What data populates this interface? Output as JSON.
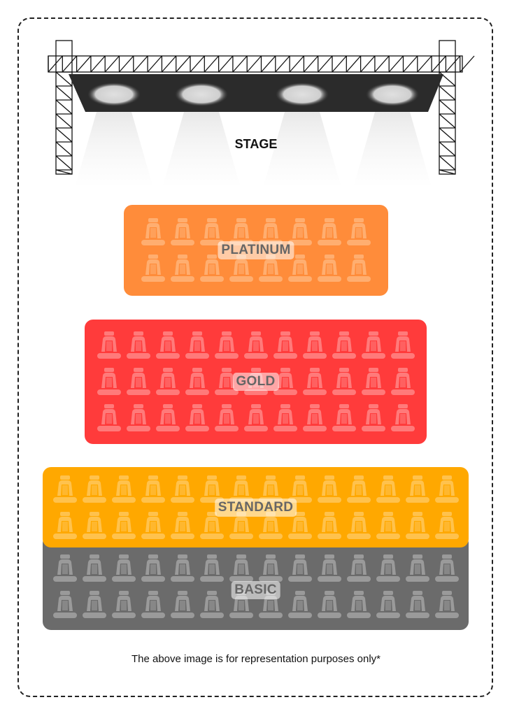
{
  "stage": {
    "label": "STAGE",
    "spotlights": 4
  },
  "zones": [
    {
      "id": "platinum",
      "label": "PLATINUM",
      "rows": 2,
      "seats_per_row": 8,
      "color": "#FF8C3A",
      "seat_color": "#FFAE70"
    },
    {
      "id": "gold",
      "label": "GOLD",
      "rows": 3,
      "seats_per_row": 11,
      "color": "#FF3B3B",
      "seat_color": "#FF7A7A"
    },
    {
      "id": "standard",
      "label": "STANDARD",
      "rows": 2,
      "seats_per_row": 14,
      "color": "#FFA800",
      "seat_color": "#FFC24D"
    },
    {
      "id": "basic",
      "label": "BASIC",
      "rows": 2,
      "seats_per_row": 14,
      "color": "#6B6B6B",
      "seat_color": "#9A9A9A"
    }
  ],
  "footer": "The above image is for representation purposes only*"
}
